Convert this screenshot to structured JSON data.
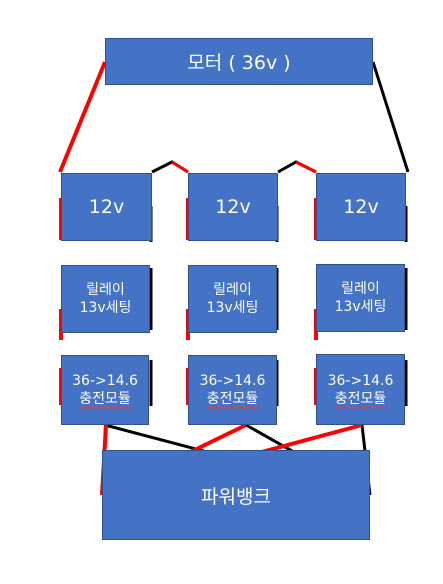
{
  "motor": {
    "label": "모터 ( 36v )"
  },
  "modules": [
    {
      "battery": "12v",
      "relay_line1": "릴레이",
      "relay_line2": "13v세팅",
      "charger_line1": "36->14.6",
      "charger_line2": "충전모듈"
    },
    {
      "battery": "12v",
      "relay_line1": "릴레이",
      "relay_line2": "13v세팅",
      "charger_line1": "36->14.6",
      "charger_line2": "충전모듈"
    },
    {
      "battery": "12v",
      "relay_line1": "릴레이",
      "relay_line2": "13v세팅",
      "charger_line1": "36->14.6",
      "charger_line2": "충전모듈"
    }
  ],
  "powerbank": {
    "label": "파워뱅크"
  },
  "colors": {
    "box": "#4472C4",
    "positive_wire": "#FF0000",
    "negative_wire": "#000000"
  }
}
